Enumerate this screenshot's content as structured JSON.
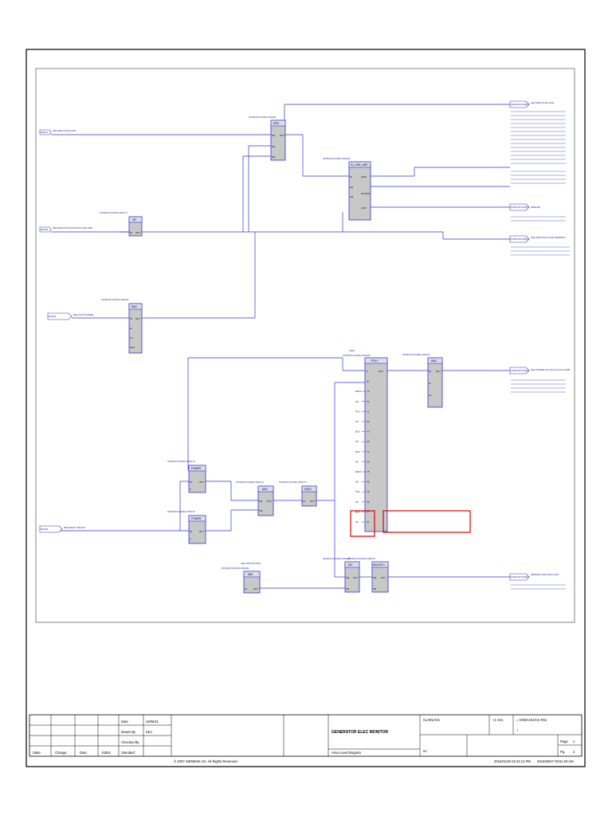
{
  "blocks": {
    "kips": {
      "tag": "STAB.KP.CC0001.DSG51",
      "title": "KIPS",
      "pins": [
        "IN1",
        "IN2",
        "IN3",
        "OUT"
      ]
    },
    "limit": {
      "tag": "STAB.KP.CC0001.DSG52",
      "title": "HI_LOW_LIMIT",
      "pins": [
        "IN",
        "HI1",
        "HI2",
        "HIGH",
        "LOW",
        "OUTPUT"
      ]
    },
    "or1": {
      "tag": "STAB.KP.CC0001.DSG71",
      "title": "OR",
      "pins": [
        "IN",
        "OUT"
      ]
    },
    "max1": {
      "tag": "STAB.KP.CC0001.DSG31",
      "title": "MAX",
      "pins": [
        "IN",
        "OUT",
        "LL",
        "UL",
        "NAN"
      ]
    },
    "poly": {
      "label": "A002",
      "tag": "STAB.KP.CC0001.DSG52",
      "title": "POLY",
      "pins": [
        "X",
        "IN",
        "Y1",
        "X1",
        "Y2",
        "X2",
        "Y3",
        "X3",
        "Y4",
        "X4",
        "Y5",
        "X5",
        "Y6",
        "X6",
        "Y7",
        "X7"
      ]
    },
    "max2": {
      "tag": "STAB.KP.CC0001.DSG41",
      "title": "MAX",
      "pins": [
        "IN",
        "OUT",
        "LL",
        "UL"
      ]
    },
    "power1": {
      "tag": "STAB.KP.CC0001.DSG74",
      "title": "POWER",
      "pins": [
        "IN",
        "OUT",
        "Y"
      ]
    },
    "power2": {
      "tag": "STAB.KP.CC0001.DSG72",
      "title": "POWER",
      "pins": [
        "IN",
        "OUT",
        "Y"
      ]
    },
    "add": {
      "tag": "STAB.KP.CC0001.DSG73",
      "title": "ADD",
      "pins": [
        "IN1",
        "OUT",
        "IN2"
      ]
    },
    "msqt": {
      "tag": "STAB.KP.CC0001.DSG75",
      "title": "MSQT",
      "pins": [
        "IN",
        "OUT"
      ]
    },
    "abs": {
      "label": "GEN MVA RATING",
      "tag": "STAB.KP.CC0001.DSG81",
      "title": "ABS",
      "pins": [
        "IN",
        "OUT"
      ]
    },
    "div": {
      "tag": "STAB.KP.CC0001.DSG80",
      "title": "DIV",
      "pins": [
        "IN1",
        "OUT",
        "IN2"
      ]
    },
    "multiply": {
      "tag": "STAB.KP.CC0001.DSG79",
      "title": "MULTIPLY",
      "pins": [
        "IN1",
        "OUT",
        "IN2"
      ]
    }
  },
  "inputs": [
    {
      "id": "in1",
      "tag": "DSG71",
      "desc": "GEN REACTIVE LOAD"
    },
    {
      "id": "in2",
      "tag": "DSG03",
      "desc": "GEN REACTIVE LOAD DUAL FAILURE"
    },
    {
      "id": "in3",
      "tag": "DSG02",
      "desc": "REACTIVE POWER"
    },
    {
      "id": "in4",
      "tag": "DSG04",
      "desc": "MEGAWATT SELECT"
    }
  ],
  "outputs": [
    {
      "id": "out1",
      "tag": "STAB.KP.CC0001",
      "desc": "GEN REACTIVE LOAD"
    },
    {
      "id": "out2",
      "tag": "STAB.KP.CC0001",
      "desc": "DEMAND"
    },
    {
      "id": "out3",
      "tag": "STAB.KP.CC0001",
      "desc": "GEN REACTIVE LOAD WARNING"
    },
    {
      "id": "out4",
      "tag": "STAB.KP.CC0001",
      "desc": "GEN POWER ALLOW CLG GAS TEMP"
    },
    {
      "id": "out5",
      "tag": "STAB.KP.CC0001",
      "desc": "PERCENT GEN MVA LOAD"
    }
  ],
  "poly_values": [
    "100.0",
    "0.0",
    "75.0",
    "0.0",
    "50.0",
    "0.0",
    "25.0",
    "0.0",
    "100.0",
    "0.0",
    "75.0",
    "0.0",
    "50.0",
    "0.0"
  ],
  "title_block": {
    "rev_headers": [
      "State",
      "Change",
      "Date",
      "Editor"
    ],
    "labels": {
      "date": "Date",
      "drawn_by": "Drawn By",
      "checked_by": "Checked By",
      "standard": "Standard"
    },
    "values": {
      "date": "16/06/11",
      "drawn_by": "KEJ"
    },
    "title": "GENERATOR ELEC MONITOR",
    "subtitle": "Area Level Diagram",
    "ref_code": "CL/SN/A01",
    "page_prefix": "en",
    "block_ref": "+1 A01",
    "doc_code": "=  G/N/KA01/CS R01",
    "plus": "+",
    "page_label": "Page",
    "page_value": "1",
    "pg_label": "Pg.",
    "pg_value": "2",
    "copyright": "© 2007 SIEMENS AG. All Rights Reserved.",
    "timestamp1": "2016/01/30 02:34:13 PM",
    "timestamp2": "2016/06/07 09:51:29 AM"
  }
}
